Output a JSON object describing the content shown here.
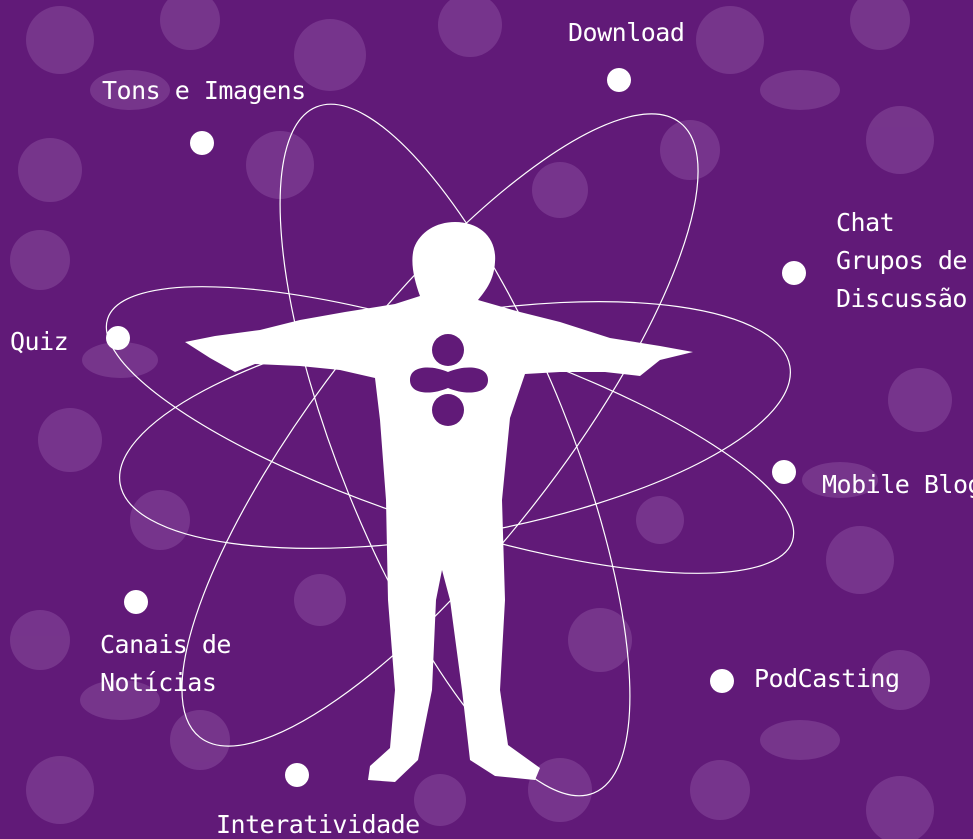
{
  "colors": {
    "background": "#611a78",
    "pattern": "#7a3a8f",
    "foreground": "#ffffff",
    "figure_emblem": "#611a78"
  },
  "icons": {
    "figure": "person-arms-outstretched",
    "emblem": "logo-emblem"
  },
  "nodes": [
    {
      "id": "download",
      "lines": [
        "Download"
      ]
    },
    {
      "id": "tons-imagens",
      "lines": [
        "Tons e Imagens"
      ]
    },
    {
      "id": "chat",
      "lines": [
        "Chat",
        "Grupos de",
        "Discussão"
      ]
    },
    {
      "id": "quiz",
      "lines": [
        "Quiz"
      ]
    },
    {
      "id": "mobile-blog",
      "lines": [
        "Mobile Blog"
      ]
    },
    {
      "id": "canais",
      "lines": [
        "Canais de",
        "Notícias"
      ]
    },
    {
      "id": "podcasting",
      "lines": [
        "PodCasting"
      ]
    },
    {
      "id": "interatividade",
      "lines": [
        "Interatividade"
      ]
    }
  ]
}
